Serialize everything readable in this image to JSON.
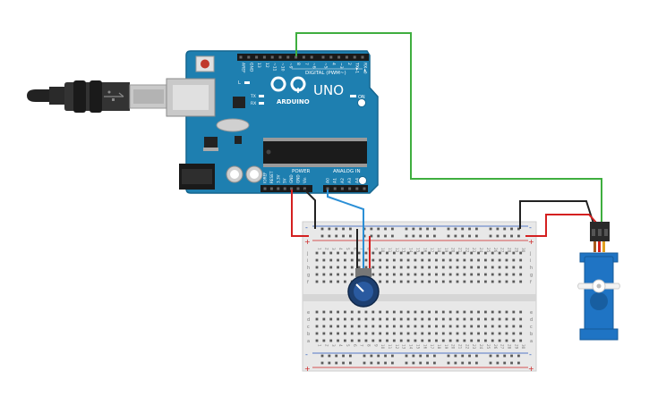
{
  "board": {
    "brand": "ARDUINO",
    "model": "UNO",
    "digital_header": "DIGITAL (PWM~)",
    "power_header": "POWER",
    "analog_header": "ANALOG IN",
    "led_l": "L",
    "led_tx": "TX",
    "led_rx": "RX",
    "led_on": "ON",
    "top_pins": [
      "AREF",
      "GND",
      "13",
      "12",
      "~11",
      "~10",
      "~9",
      "8",
      "7",
      "~6",
      "~5",
      "4",
      "~3",
      "2",
      "TX►1",
      "RX◄0"
    ],
    "power_pins": [
      "IOREF",
      "RESET",
      "3.3V",
      "5V",
      "GND",
      "GND",
      "Vin"
    ],
    "analog_pins": [
      "A0",
      "A1",
      "A2",
      "A3",
      "A4",
      "A5"
    ]
  },
  "breadboard": {
    "plus": "+",
    "minus": "-",
    "rows_top": [
      "j",
      "i",
      "h",
      "g",
      "f"
    ],
    "rows_bottom": [
      "e",
      "d",
      "c",
      "b",
      "a"
    ],
    "columns": [
      "1",
      "2",
      "3",
      "4",
      "5",
      "6",
      "7",
      "8",
      "9",
      "10",
      "11",
      "12",
      "13",
      "14",
      "15",
      "16",
      "17",
      "18",
      "19",
      "20",
      "21",
      "22",
      "23",
      "24",
      "25",
      "26",
      "27",
      "28",
      "29",
      "30"
    ]
  },
  "colors": {
    "board": "#1e7fb0",
    "board_edge": "#15668f",
    "wire_green": "#3fae3f",
    "wire_red": "#d42020",
    "wire_black": "#222222",
    "wire_blue": "#2b8fd6",
    "servo_body": "#1f74c4",
    "breadboard": "#e8e8e8",
    "rail_red": "#cc2222",
    "rail_blue": "#2255bb"
  },
  "icons": [
    "usb-plug-icon",
    "potentiometer-icon",
    "servo-horn-icon",
    "dc-jack-icon"
  ]
}
